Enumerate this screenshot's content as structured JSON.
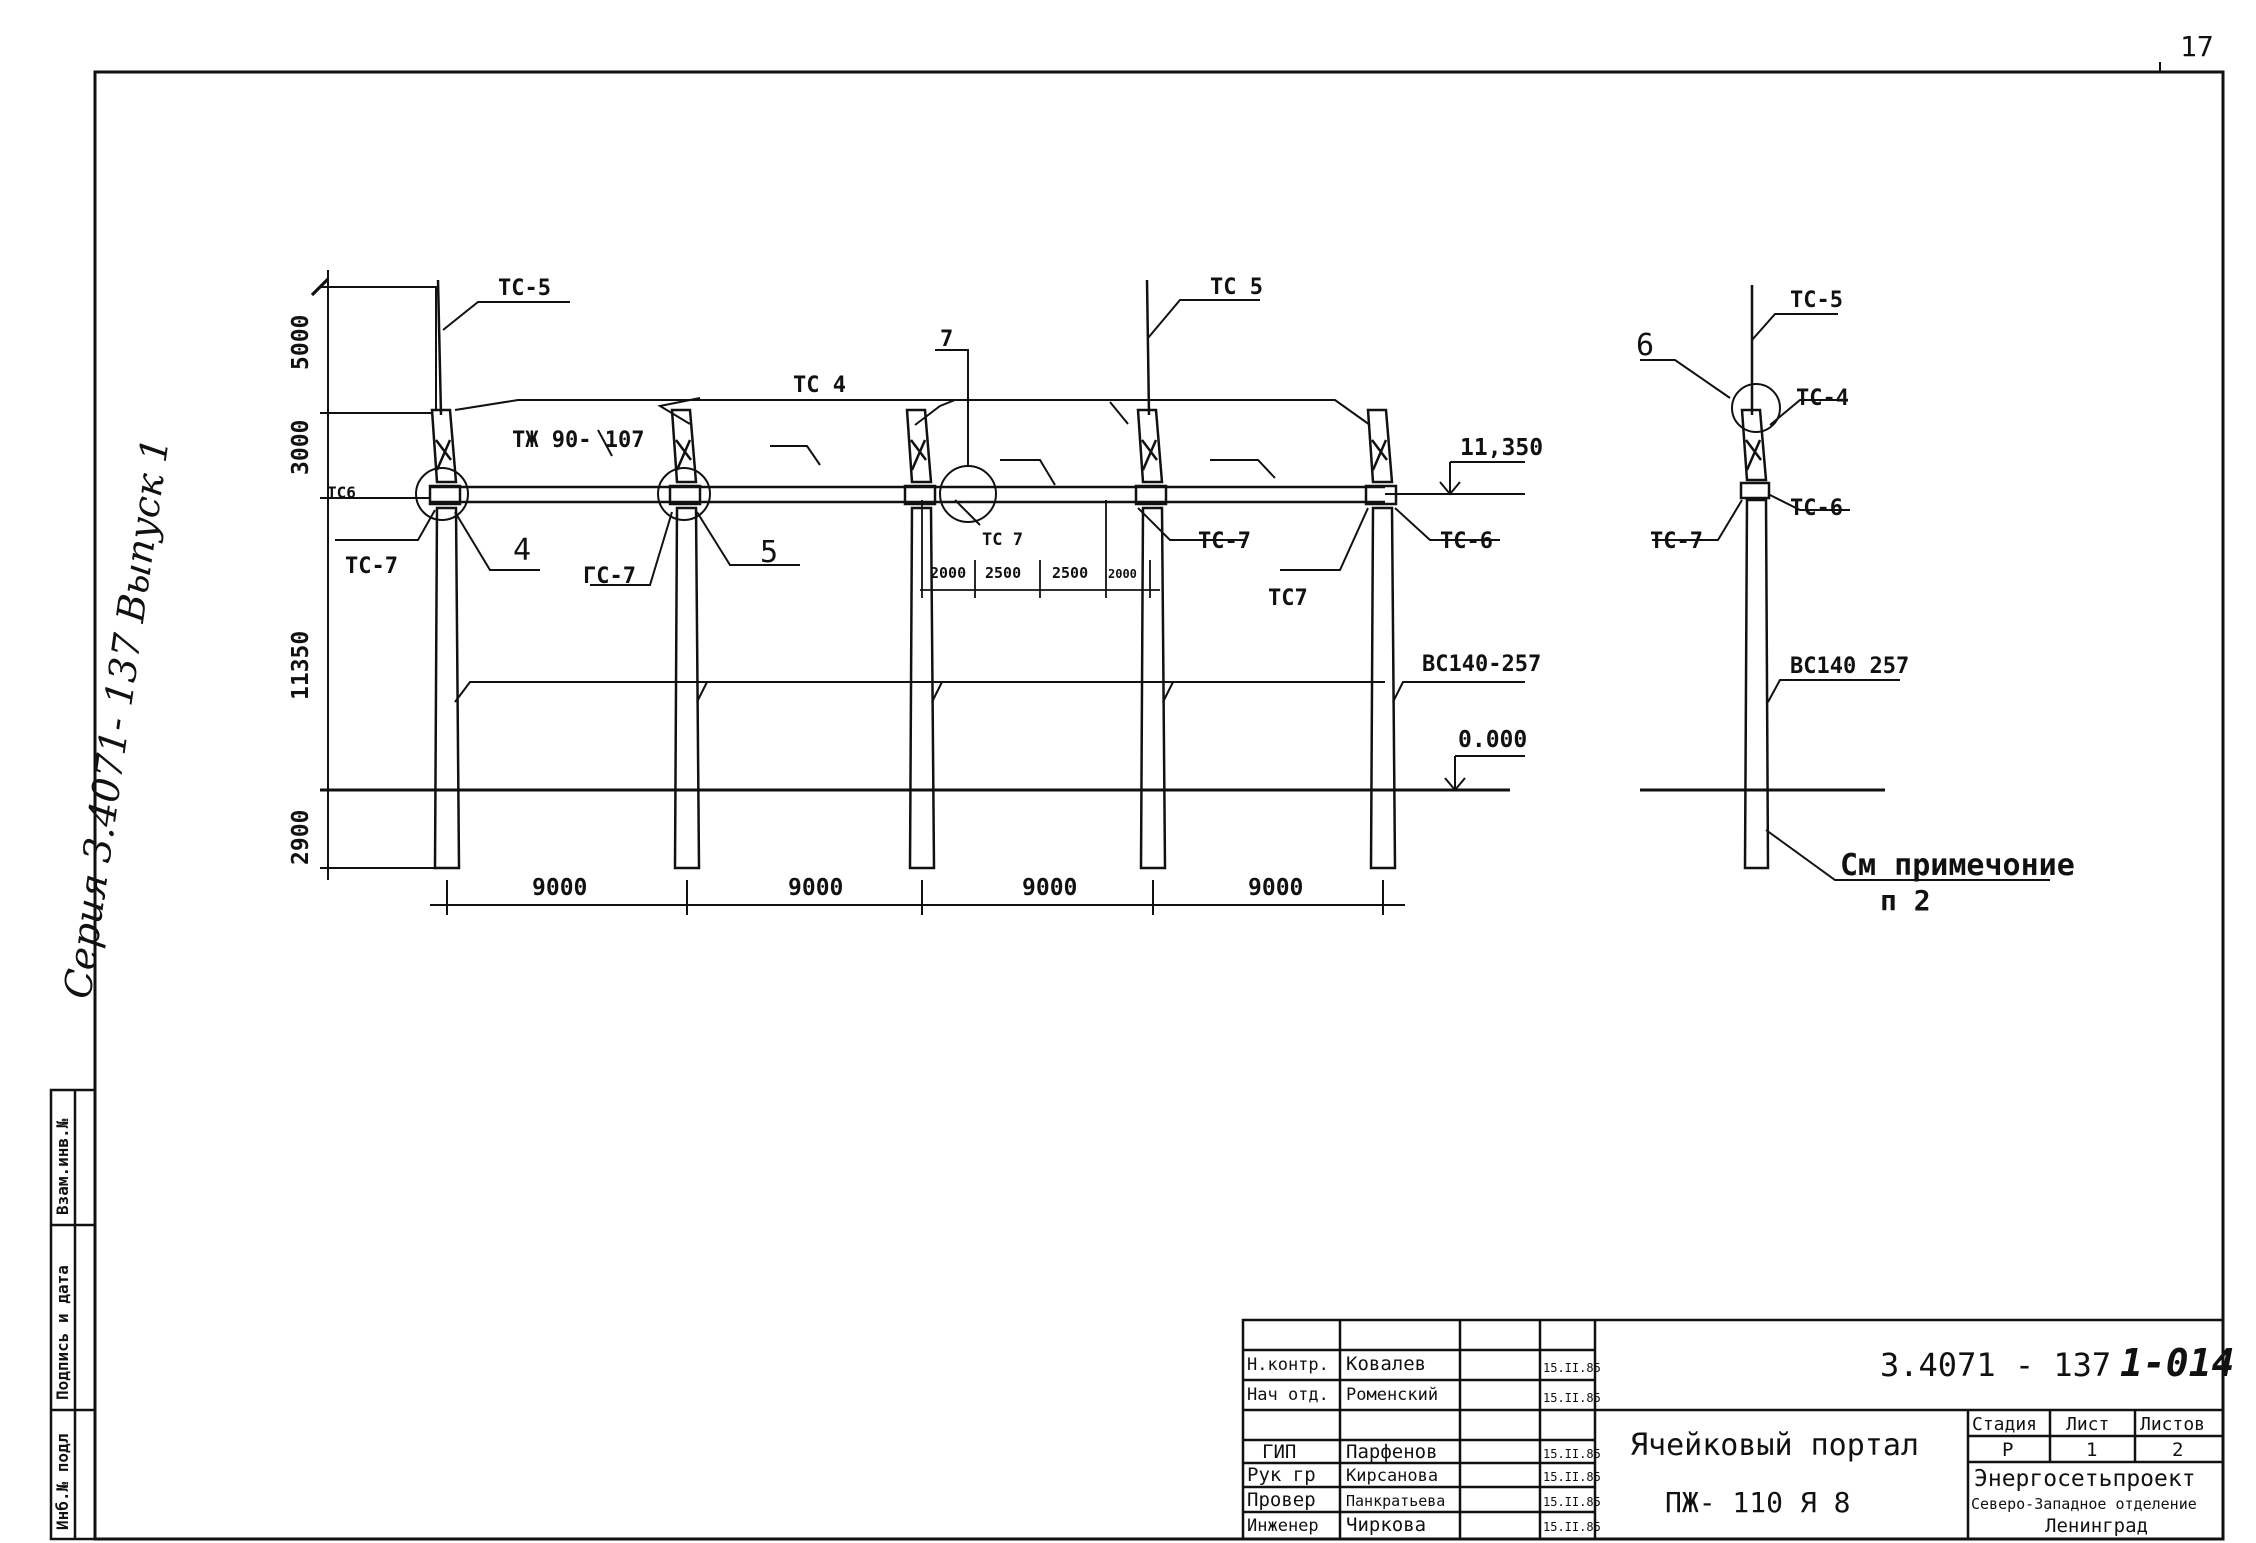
{
  "sheet": {
    "page_number": "17",
    "series_side_text": "Серия 3.4071- 137 Выпуск 1"
  },
  "elevations": {
    "top_beam": "11,350",
    "ground": "0.000"
  },
  "front_view": {
    "labels": {
      "tc5_left": "ТС-5",
      "tc5_mid": "ТС 5",
      "tc4": "ТС 4",
      "tzh": "ТЖ 90- 107",
      "callout7": "7",
      "tc6_left": "ТС6",
      "tc7_left": "ТС-7",
      "callout4": "4",
      "tc7_b": "ГС-7",
      "callout5": "5",
      "tc7_c": "ТС 7",
      "tc7_d": "ТС-7",
      "tc7_e": "ТС7",
      "tc6_right": "ТС-6",
      "vs": "ВС140-257"
    },
    "vertical_dims": [
      "5000",
      "3000",
      "11350",
      "2900"
    ],
    "span_dims": [
      "9000",
      "9000",
      "9000",
      "9000"
    ],
    "detail_dims": [
      "2000",
      "2500",
      "2500",
      "2000"
    ]
  },
  "side_view": {
    "labels": {
      "callout6": "6",
      "tc5": "ТС-5",
      "tc4": "ТС-4",
      "tc7": "ТС-7",
      "tc6": "ТС-6",
      "vs": "ВС140 257",
      "note": "См примечоние",
      "note_ref": "п 2"
    }
  },
  "left_stamp": {
    "col1": "Инб.№ подл",
    "col2": "Подпись и дата",
    "col3": "Взам.инв.№"
  },
  "title_block": {
    "doc_code": "3.4071 - 137",
    "doc_sheet": "1-014",
    "title_line1": "Ячейковый портал",
    "title_line2": "ПЖ- 110 Я 8",
    "headers": {
      "stage": "Стадия",
      "sheet": "Лист",
      "sheets": "Листов"
    },
    "values": {
      "stage": "Р",
      "sheet": "1",
      "sheets": "2"
    },
    "org_line1": "Энергосетьпроект",
    "org_line2": "Северо-Западное отделение",
    "org_line3": "Ленинград",
    "people": [
      {
        "role": "Н.контр.",
        "name": "Ковалев",
        "date": "15.II.85"
      },
      {
        "role": "Нач отд.",
        "name": "Роменский",
        "date": "15.II.85"
      },
      {
        "role": "",
        "name": "",
        "date": ""
      },
      {
        "role": "ГИП",
        "name": "Парфенов",
        "date": "15.II.85"
      },
      {
        "role": "Рук гр",
        "name": "Кирсанова",
        "date": "15.II.85"
      },
      {
        "role": "Провер",
        "name": "Панкратьева",
        "date": "15.II.85"
      },
      {
        "role": "Инженер",
        "name": "Чиркова",
        "date": "15.II.85"
      }
    ]
  }
}
